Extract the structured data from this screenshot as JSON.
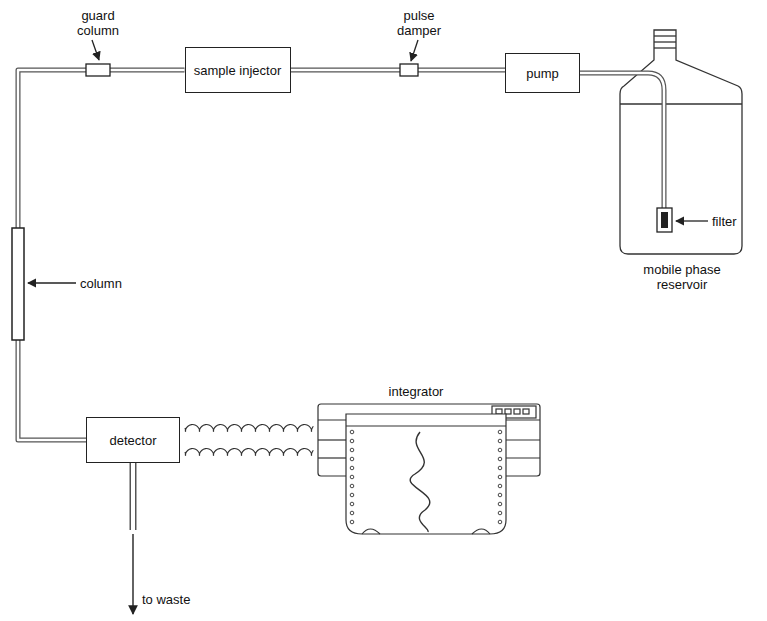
{
  "diagram": {
    "nodes": [
      {
        "text": [
          "sample injector"
        ]
      },
      {
        "text": [
          "pump"
        ]
      },
      {
        "text": [
          "detector"
        ]
      }
    ],
    "edges": [
      {
        "from": 1,
        "to": 0,
        "arrow": "none"
      },
      {
        "from": 0,
        "to": 2,
        "arrow": "none"
      }
    ],
    "labels": [
      "guard column",
      "pulse damper",
      "column",
      "filter",
      "mobile phase reservoir",
      "integrator",
      "to waste"
    ]
  }
}
